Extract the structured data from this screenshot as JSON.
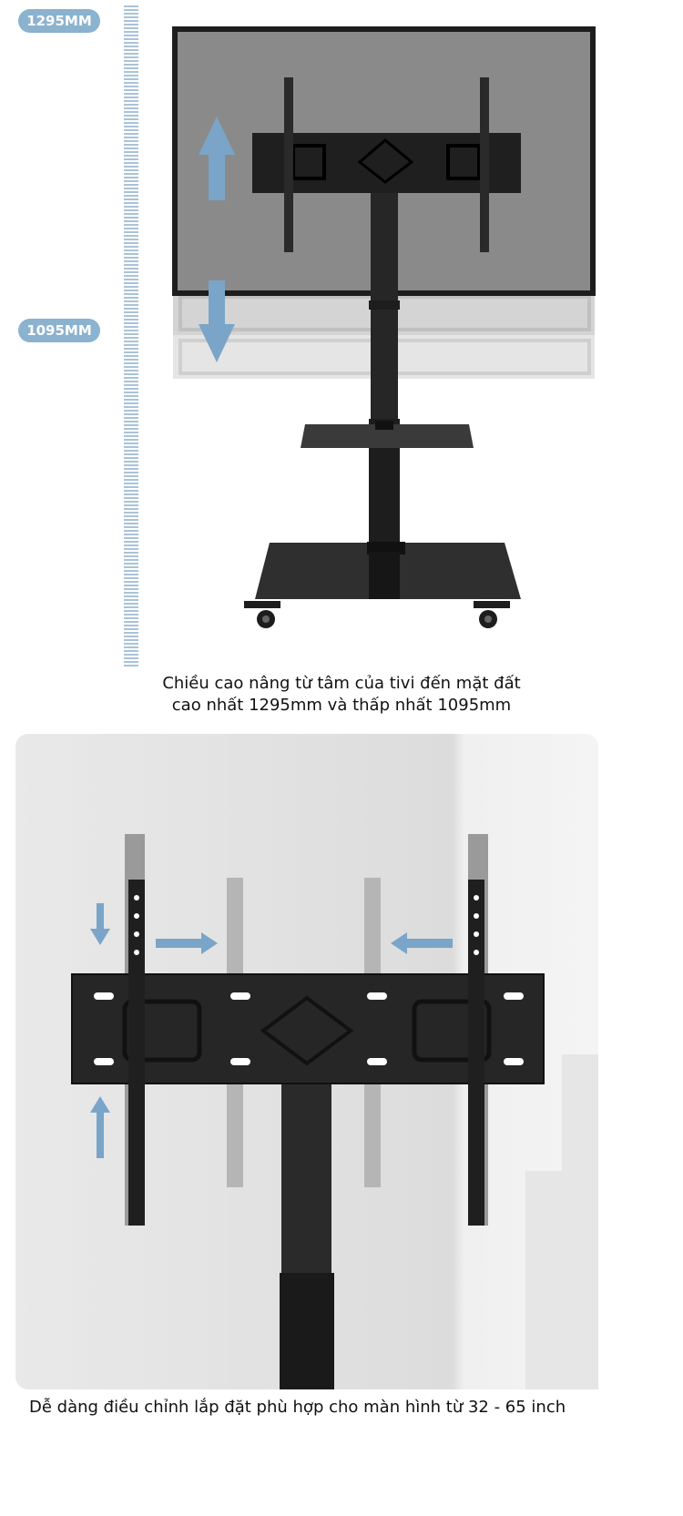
{
  "badges": {
    "max_height": "1295MM",
    "min_height": "1095MM"
  },
  "captions": {
    "height_line1": "Chiều cao nâng từ tâm của tivi đến mặt đất",
    "height_line2": "cao nhất 1295mm và thấp nhất 1095mm",
    "adjust": "Dễ dàng điều chỉnh lắp đặt phù hợp cho màn hình từ 32 -  65 inch"
  },
  "colors": {
    "accent_blue": "#7aa5c8",
    "badge_blue": "#8bb2cf",
    "stand_black": "#1d1d1d"
  }
}
